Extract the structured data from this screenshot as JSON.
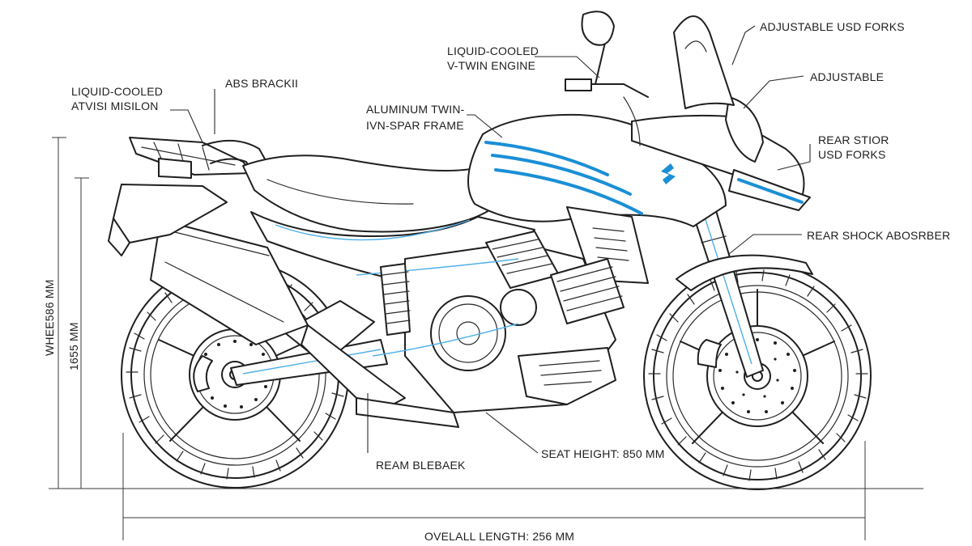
{
  "colors": {
    "ink": "#1f1f1f",
    "accent": "#1a8fd6",
    "accent_light": "#4fb0e8",
    "background": "#ffffff"
  },
  "labels": {
    "liquid_cooled_left_1": "LIQUID-COOLED",
    "liquid_cooled_left_2": "ATVISI MISILON",
    "abs_bracket": "ABS BRACKII",
    "aluminum_frame_1": "ALUMINUM TWIN-",
    "aluminum_frame_2": "IVN-SPAR FRAME",
    "engine_1": "LIQUID-COOLED",
    "engine_2": "V-TWIN ENGINE",
    "usd_forks": "ADJUSTABLE USD FORKS",
    "adjustable": "ADJUSTABLE",
    "rear_stior_1": "REAR STIOR",
    "rear_stior_2": "USD FORKS",
    "rear_shock": "REAR SHOCK ABOSRBER",
    "seat_height": "SEAT HEIGHT: 850 MM",
    "ream_bleb": "REAM BLEBAEK",
    "overall_length": "OVELALL LENGTH: 256 MM",
    "wheelbase": "WHEE586 MM",
    "height_1655": "1655 MM"
  },
  "icons": [
    "front-brake-disc-icon",
    "rear-brake-disc-icon",
    "suzuki-s-logo-icon"
  ]
}
